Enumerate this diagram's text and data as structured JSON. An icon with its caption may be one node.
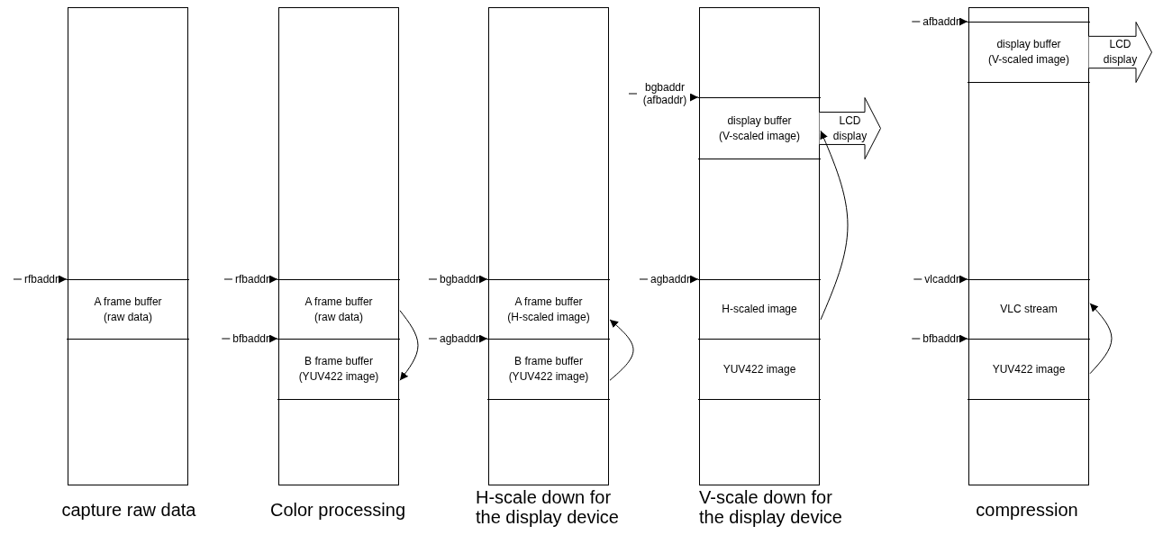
{
  "diagram": {
    "nodes": [
      {
        "text": [],
        "shape": "box",
        "beside": [
          "capture raw data"
        ]
      },
      {
        "text": [
          "A frame buffer (raw data)"
        ],
        "in": 0
      },
      {
        "text": [
          "rfbaddr"
        ]
      },
      {
        "text": [],
        "shape": "box",
        "beside": [
          "Color processing"
        ]
      },
      {
        "text": [
          "A frame buffer (raw data)"
        ],
        "in": 3
      },
      {
        "text": [
          "B frame buffer (YUV422 image)"
        ],
        "in": 3
      },
      {
        "text": [
          "rfbaddr"
        ]
      },
      {
        "text": [
          "bfbaddr"
        ]
      },
      {
        "text": [],
        "shape": "box",
        "beside": [
          "H-scale down for the display device"
        ]
      },
      {
        "text": [
          "A frame buffer (H-scaled image)"
        ],
        "in": 8
      },
      {
        "text": [
          "B frame buffer (YUV422 image)"
        ],
        "in": 8
      },
      {
        "text": [
          "bgbaddr"
        ]
      },
      {
        "text": [
          "agbaddr"
        ]
      },
      {
        "text": [],
        "shape": "box",
        "beside": [
          "V-scale down for the display device"
        ]
      },
      {
        "text": [
          "display buffer (V-scaled image)"
        ],
        "in": 13
      },
      {
        "text": [
          "H-scaled image"
        ],
        "in": 13
      },
      {
        "text": [
          "YUV422 image"
        ],
        "in": 13
      },
      {
        "text": [
          "bgbaddr (afbaddr)"
        ]
      },
      {
        "text": [
          "agbaddr"
        ]
      },
      {
        "text": [
          "LCD display"
        ]
      },
      {
        "text": [],
        "shape": "box",
        "beside": [
          "compression"
        ]
      },
      {
        "text": [
          "display buffer (V-scaled image)"
        ],
        "in": 20
      },
      {
        "text": [
          "VLC stream"
        ],
        "in": 20
      },
      {
        "text": [
          "YUV422 image"
        ],
        "in": 20
      },
      {
        "text": [
          "afbaddr"
        ]
      },
      {
        "text": [
          "vlcaddr"
        ]
      },
      {
        "text": [
          "bfbaddr"
        ]
      },
      {
        "text": [
          "LCD display"
        ]
      }
    ],
    "edges": [
      {
        "from": 2,
        "to": 1,
        "arrow": "to"
      },
      {
        "from": 6,
        "to": 4,
        "arrow": "to"
      },
      {
        "from": 7,
        "to": 5,
        "arrow": "to"
      },
      {
        "from": 4,
        "to": 5,
        "arrow": "to"
      },
      {
        "from": 11,
        "to": 9,
        "arrow": "to"
      },
      {
        "from": 12,
        "to": 10,
        "arrow": "to"
      },
      {
        "from": 10,
        "to": 9,
        "arrow": "to"
      },
      {
        "from": 17,
        "to": 14,
        "arrow": "to"
      },
      {
        "from": 18,
        "to": 15,
        "arrow": "to"
      },
      {
        "from": 15,
        "to": 14,
        "arrow": "to"
      },
      {
        "from": 24,
        "to": 21,
        "arrow": "to"
      },
      {
        "from": 25,
        "to": 22,
        "arrow": "to"
      },
      {
        "from": 26,
        "to": 23,
        "arrow": "to"
      },
      {
        "from": 23,
        "to": 22,
        "arrow": "to"
      }
    ]
  }
}
